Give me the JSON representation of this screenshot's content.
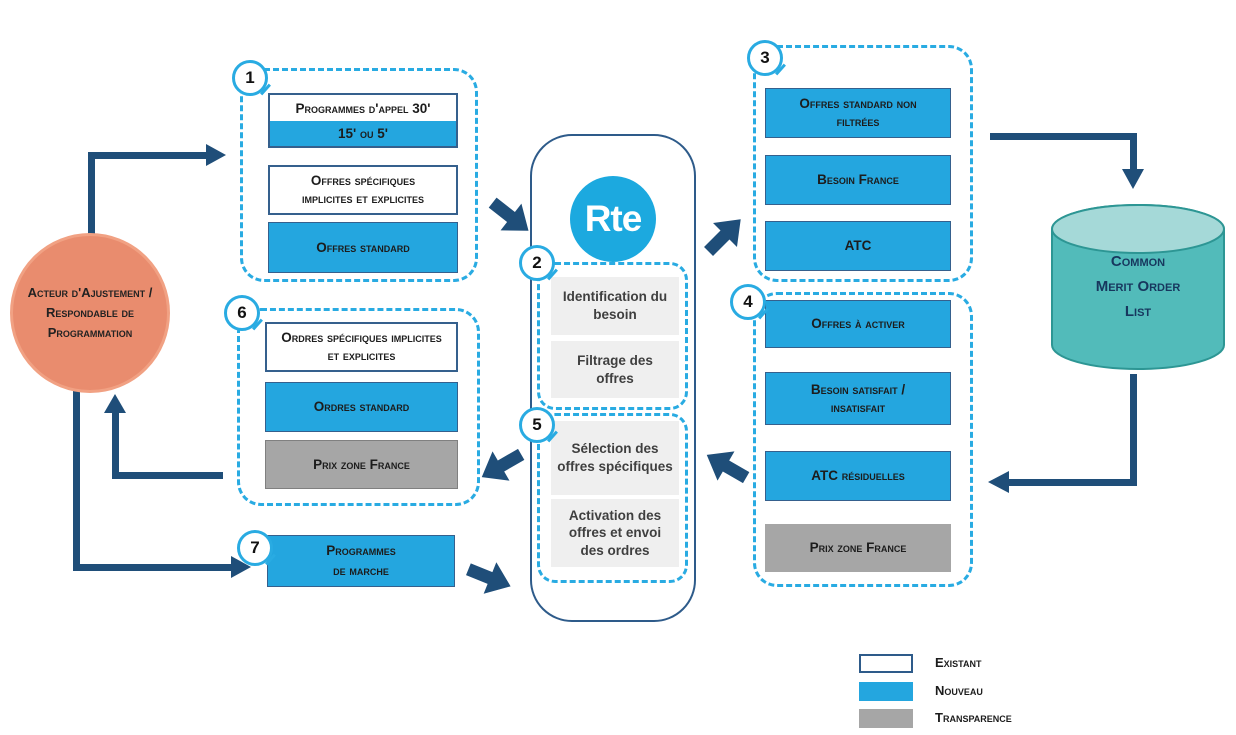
{
  "colors": {
    "accent_blue": "#24A6DF",
    "dashed_blue": "#29ABE2",
    "arrow_navy": "#1F4E79",
    "box_border_navy": "#35608D",
    "gray": "#A6A6A6",
    "light_gray": "#EFEFEF",
    "actor_salmon": "#E98C6E",
    "cylinder_teal": "#52BBBA",
    "cylinder_top_teal": "#A5D9D8"
  },
  "actor": {
    "lines": [
      "Acteur d'Ajustement /",
      "Respondable de",
      "Programmation"
    ]
  },
  "rte_logo": "Rte",
  "group1": {
    "number": "1",
    "box1_top": "Programmes d'appel 30'",
    "box1_bottom": "15' ou 5'",
    "box2": "Offres spécifiques implicites et explicites",
    "box3": "Offres standard"
  },
  "group2": {
    "number": "2",
    "box1": "Identification du besoin",
    "box2": "Filtrage des offres"
  },
  "group3": {
    "number": "3",
    "box1": "Offres standard non filtrées",
    "box2": "Besoin France",
    "box3": "ATC"
  },
  "group4": {
    "number": "4",
    "box1": "Offres à activer",
    "box2": "Besoin satisfait / insatisfait",
    "box3": "ATC résiduelles",
    "box4": "Prix zone France"
  },
  "group5": {
    "number": "5",
    "box1": "Sélection des offres spécifiques",
    "box2": "Activation des offres et envoi des ordres"
  },
  "group6": {
    "number": "6",
    "box1": "Ordres spécifiques implicites et explicites",
    "box2": "Ordres standard",
    "box3": "Prix zone France"
  },
  "group7": {
    "number": "7",
    "box1_lines": [
      "Programmes",
      "de marche"
    ]
  },
  "cylinder": {
    "lines": [
      "Common",
      "Merit Order",
      "List"
    ]
  },
  "legend": {
    "items": [
      {
        "label": "Existant"
      },
      {
        "label": "Nouveau"
      },
      {
        "label": "Transparence"
      }
    ]
  }
}
